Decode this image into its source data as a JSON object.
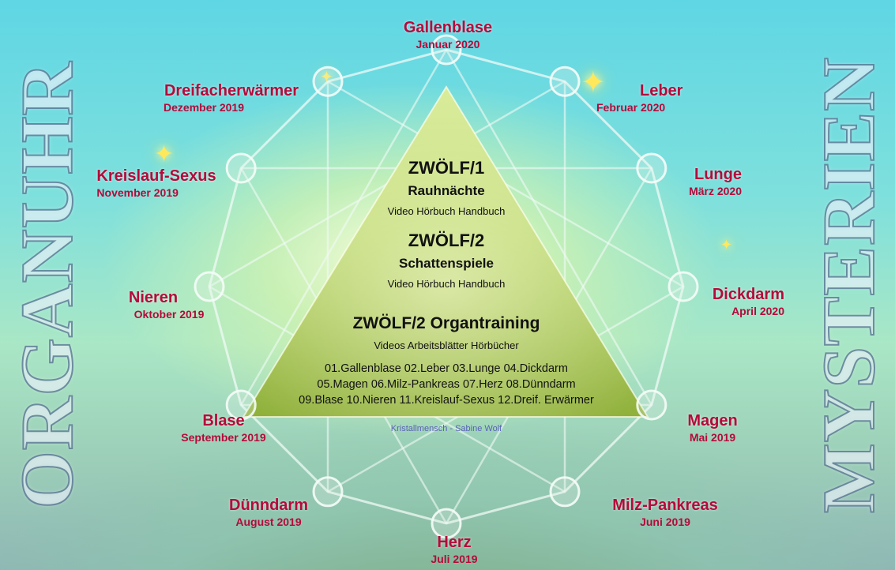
{
  "side_titles": {
    "left": "ORGANUHR",
    "right": "MYSTERIEN"
  },
  "organs": [
    {
      "name": "Gallenblase",
      "date": "Januar 2020"
    },
    {
      "name": "Leber",
      "date": "Februar 2020"
    },
    {
      "name": "Lunge",
      "date": "März 2020"
    },
    {
      "name": "Dickdarm",
      "date": "April 2020"
    },
    {
      "name": "Magen",
      "date": "Mai 2019"
    },
    {
      "name": "Milz-Pankreas",
      "date": "Juni 2019"
    },
    {
      "name": "Herz",
      "date": "Juli 2019"
    },
    {
      "name": "Dünndarm",
      "date": "August 2019"
    },
    {
      "name": "Blase",
      "date": "September 2019"
    },
    {
      "name": "Nieren",
      "date": "Oktober 2019"
    },
    {
      "name": "Kreislauf-Sexus",
      "date": "November 2019"
    },
    {
      "name": "Dreifacherwärmer",
      "date": "Dezember 2019"
    }
  ],
  "pyramid": {
    "section1": {
      "title": "ZWÖLF/1",
      "subtitle": "Rauhnächte",
      "media": "Video Hörbuch Handbuch"
    },
    "section2": {
      "title": "ZWÖLF/2",
      "subtitle": "Schattenspiele",
      "media": "Video Hörbuch Handbuch"
    },
    "section3": {
      "title": "ZWÖLF/2 Organtraining",
      "media": "Videos  Arbeitsblätter  Hörbücher",
      "list": [
        "01.Gallenblase  02.Leber  03.Lunge  04.Dickdarm",
        "05.Magen  06.Milz-Pankreas  07.Herz  08.Dünndarm",
        "09.Blase  10.Nieren  11.Kreislauf-Sexus  12.Dreif. Erwärmer"
      ]
    }
  },
  "credit": "Kristallmensch - Sabine Wolf",
  "colors": {
    "organ_text": "#b50a3a",
    "pyramid_fill": "#9bbf3a",
    "credit_text": "#5a62b8"
  }
}
